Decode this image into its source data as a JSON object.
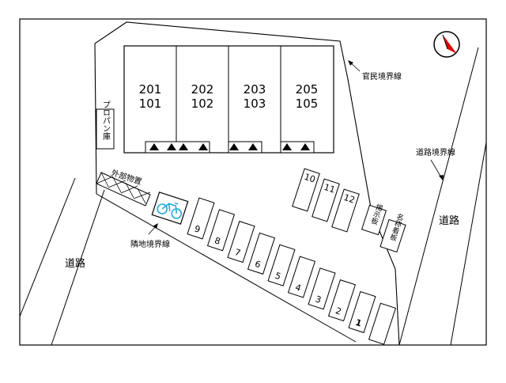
{
  "site_map": {
    "building_units": [
      {
        "upper": "201",
        "lower": "101"
      },
      {
        "upper": "202",
        "lower": "102"
      },
      {
        "upper": "203",
        "lower": "103"
      },
      {
        "upper": "205",
        "lower": "105"
      }
    ],
    "labels": {
      "propane_storage": "プロパン庫",
      "outdoor_storage": "外部物置",
      "public_private_boundary": "官民境界線",
      "road_boundary": "道路境界線",
      "neighbor_boundary": "隣地境界線",
      "road_left": "道路",
      "road_right": "道路",
      "bulletin_board": "掲示板",
      "name_board": "名称看板"
    },
    "parking_bottom": [
      "9",
      "8",
      "7",
      "6",
      "5",
      "4",
      "3",
      "2",
      "1"
    ],
    "parking_right": [
      "10",
      "11",
      "12"
    ],
    "bicycle_parking_icon": "bicycle-icon",
    "north_arrow_icon": "north-arrow-icon",
    "entrance_marker_icon": "triangle-icon"
  }
}
